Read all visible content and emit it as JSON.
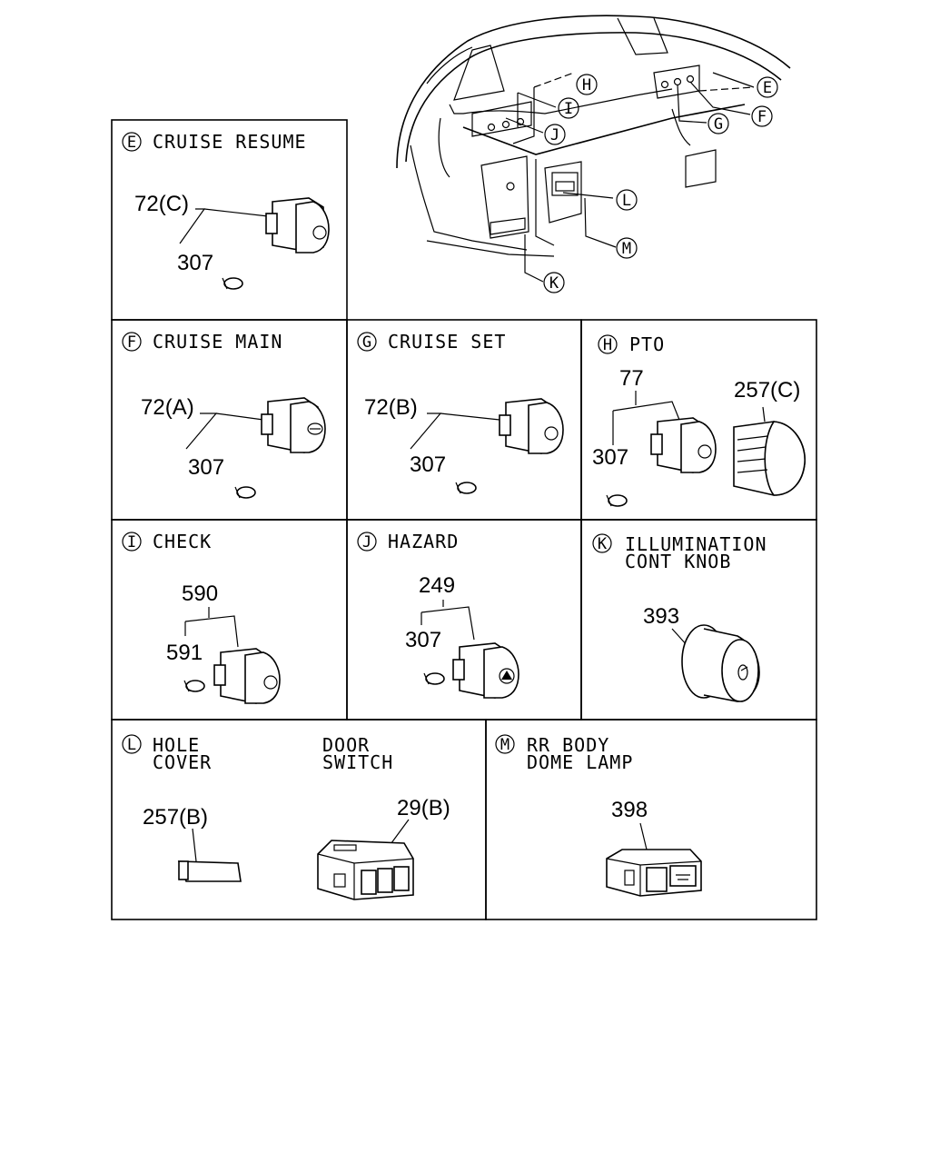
{
  "overview": {
    "callouts": [
      "H",
      "I",
      "J",
      "E",
      "F",
      "G",
      "L",
      "M",
      "K"
    ]
  },
  "panels": {
    "E": {
      "letter": "E",
      "title": [
        "CRUISE RESUME"
      ],
      "parts": [
        "72(C)",
        "307"
      ]
    },
    "F": {
      "letter": "F",
      "title": [
        "CRUISE MAIN"
      ],
      "parts": [
        "72(A)",
        "307"
      ]
    },
    "G": {
      "letter": "G",
      "title": [
        "CRUISE SET"
      ],
      "parts": [
        "72(B)",
        "307"
      ]
    },
    "H": {
      "letter": "H",
      "title": [
        "PTO"
      ],
      "parts": [
        "77",
        "307",
        "257(C)"
      ]
    },
    "I": {
      "letter": "I",
      "title": [
        "CHECK"
      ],
      "parts": [
        "590",
        "591"
      ]
    },
    "J": {
      "letter": "J",
      "title": [
        "HAZARD"
      ],
      "parts": [
        "249",
        "307"
      ]
    },
    "K": {
      "letter": "K",
      "title": [
        "ILLUMINATION",
        "CONT KNOB"
      ],
      "parts": [
        "393"
      ]
    },
    "L": {
      "letter": "L",
      "title": [
        "HOLE",
        "COVER"
      ],
      "title2": [
        "DOOR",
        "SWITCH"
      ],
      "parts": [
        "257(B)",
        "29(B)"
      ]
    },
    "M": {
      "letter": "M",
      "title": [
        "RR BODY",
        "DOME LAMP"
      ],
      "parts": [
        "398"
      ]
    }
  }
}
